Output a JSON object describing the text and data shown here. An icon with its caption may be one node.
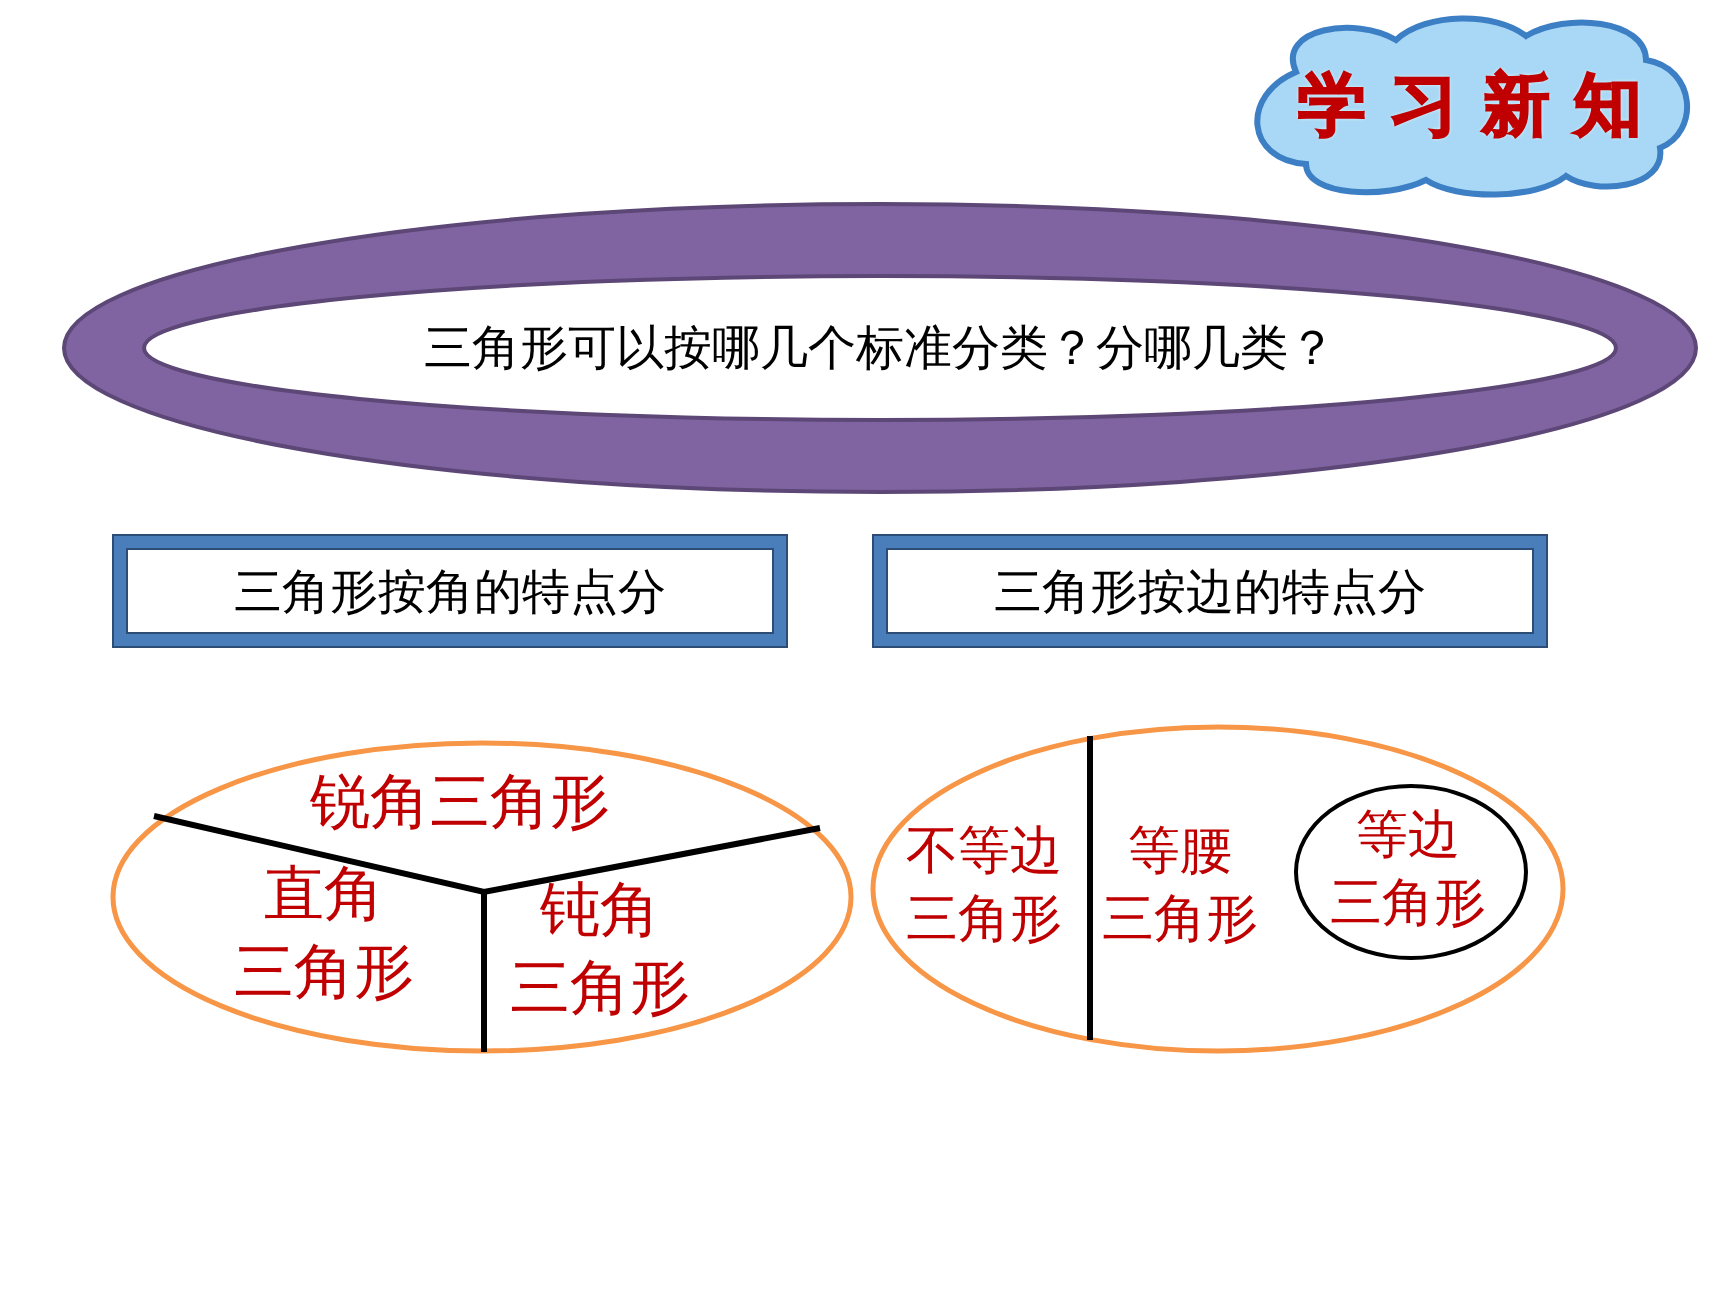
{
  "diagram": {
    "nodes": [
      {
        "text": [
          "学习新知"
        ]
      },
      {
        "text": [
          "三角形可以按哪几个标准分类？分哪几类？"
        ]
      },
      {
        "text": [
          "三角形按角的特点分"
        ]
      },
      {
        "text": [
          "三角形按边的特点分"
        ]
      },
      {
        "text": [],
        "shape": "ellipse"
      },
      {
        "text": [
          "锐角三角形"
        ],
        "in": 4
      },
      {
        "text": [
          "直角三角形"
        ],
        "in": 4
      },
      {
        "text": [
          "钝角三角形"
        ],
        "in": 4
      },
      {
        "text": [],
        "shape": "ellipse"
      },
      {
        "text": [
          "不等边三角形"
        ],
        "in": 8
      },
      {
        "text": [
          "等腰三角形"
        ],
        "in": 8
      },
      {
        "text": [
          "等边三角形"
        ],
        "in": 8
      }
    ]
  }
}
